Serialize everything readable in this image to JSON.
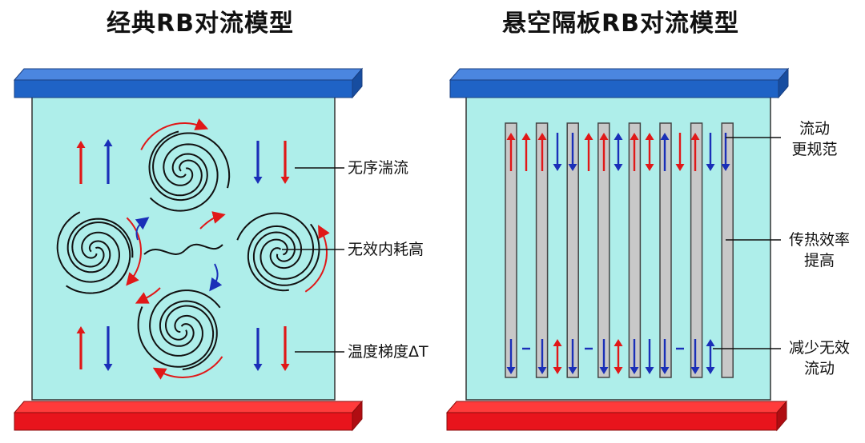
{
  "left_title": "经典RB对流模型",
  "right_title": "悬空隔板RB对流模型",
  "left_labels": {
    "top": "无序湍流",
    "middle": "无效内耗高",
    "bottom": "温度梯度ΔT"
  },
  "right_labels": {
    "top_line1": "流动",
    "top_line2": "更规范",
    "middle_line1": "传热效率",
    "middle_line2": "提高",
    "bottom_line1": "减少无效",
    "bottom_line2": "流动"
  },
  "colors": {
    "hot_plate": "#e8141c",
    "cold_plate": "#1f63c6",
    "fluid": "#aeeeea",
    "hot_arrow": "#e01818",
    "cold_arrow": "#1a2fb8",
    "partition": "#c8c8c8"
  },
  "partition_count": 8
}
